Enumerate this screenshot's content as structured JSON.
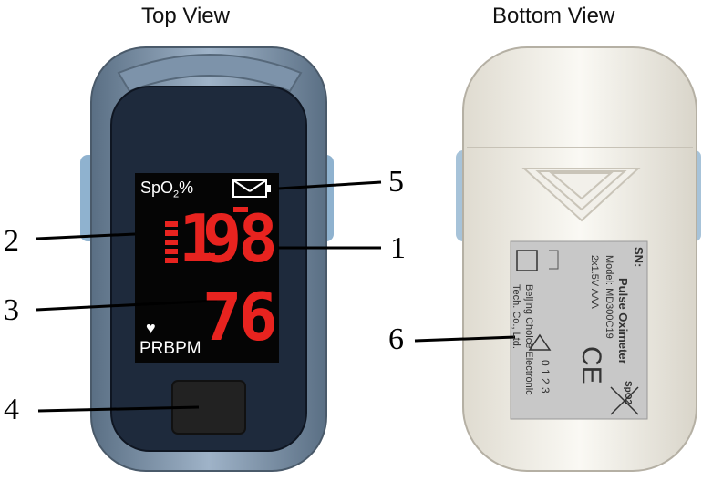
{
  "titles": {
    "top": "Top View",
    "bottom": "Bottom View"
  },
  "display": {
    "spo2_label": "SpO",
    "spo2_sub": "2",
    "spo2_pct": "%",
    "spo2_value": "98",
    "spo2_lead": "1",
    "pr_value": "76",
    "pr_label": "PRBPM",
    "heart": "♥"
  },
  "callouts": [
    "1",
    "2",
    "3",
    "4",
    "5",
    "6"
  ],
  "back_label": {
    "sn": "SN:",
    "product": "Pulse Oximeter",
    "model": "Model: MD300C19",
    "battery": "2x1.5V AAA",
    "maker1": "Beijing Choice Electronic",
    "maker2": "Tech. Co., Ltd.",
    "ce": "CE",
    "notified_body": "0 1 2 3",
    "spo2_mark": "SpO2"
  }
}
